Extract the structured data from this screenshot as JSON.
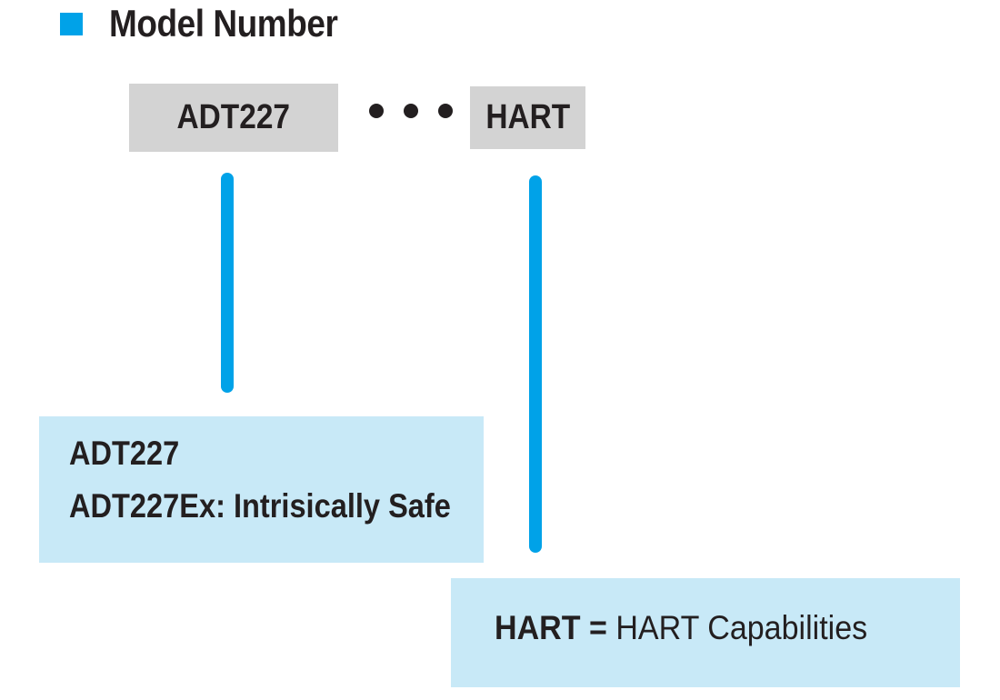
{
  "title": "Model Number",
  "model_code": {
    "segments": [
      "ADT227",
      "HART"
    ]
  },
  "descriptions": {
    "model": {
      "lines": [
        "ADT227",
        "ADT227Ex: Intrisically Safe"
      ]
    },
    "hart": {
      "term": "HART",
      "equals": "=",
      "meaning": "HART Capabilities"
    }
  },
  "colors": {
    "accent": "#00a2e8",
    "code_box": "#d3d3d3",
    "description_box": "#c8e9f7",
    "text": "#231f20"
  }
}
